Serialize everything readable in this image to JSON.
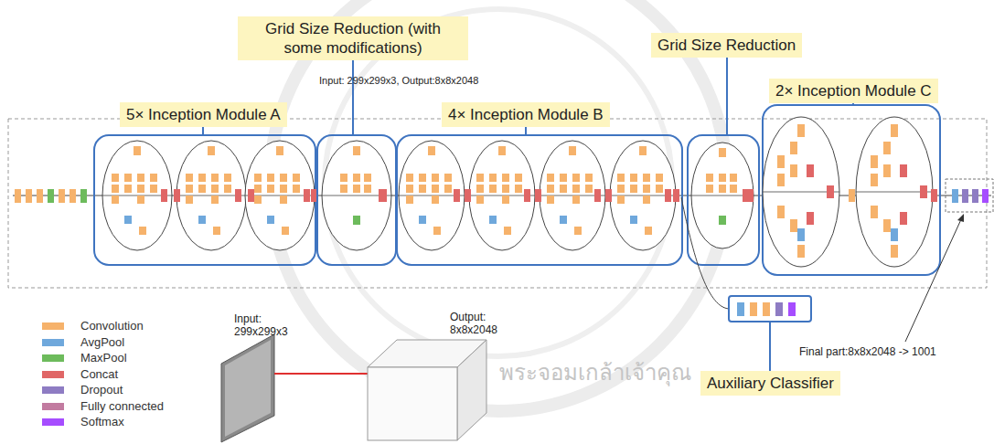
{
  "diagram": {
    "nodes": [
      {
        "text": [
          "5× Inception Module A"
        ]
      },
      {
        "text": [
          "Grid Size Reduction (with some modifications)"
        ]
      },
      {
        "text": [
          "4× Inception Module B"
        ]
      },
      {
        "text": [
          "Grid Size Reduction"
        ]
      },
      {
        "text": [
          "2× Inception Module C"
        ]
      },
      {
        "text": [
          "Auxiliary Classifier"
        ]
      }
    ],
    "labels": [
      "Input: 299x299x3, Output:8x8x2048",
      "Input: 299x299x3",
      "Output: 8x8x2048",
      "Final part:8x8x2048 -> 1001",
      "พระจอมเกล้าเจ้าคุณ"
    ],
    "legend": [
      {
        "text": "Convolution",
        "color": "#f6b26b"
      },
      {
        "text": "AvgPool",
        "color": "#6fa8dc"
      },
      {
        "text": "MaxPool",
        "color": "#6dbb5c"
      },
      {
        "text": "Concat",
        "color": "#e06666"
      },
      {
        "text": "Dropout",
        "color": "#8e7cc3"
      },
      {
        "text": "Fully connected",
        "color": "#c27ba0"
      },
      {
        "text": "Softmax",
        "color": "#a64dff"
      }
    ]
  }
}
